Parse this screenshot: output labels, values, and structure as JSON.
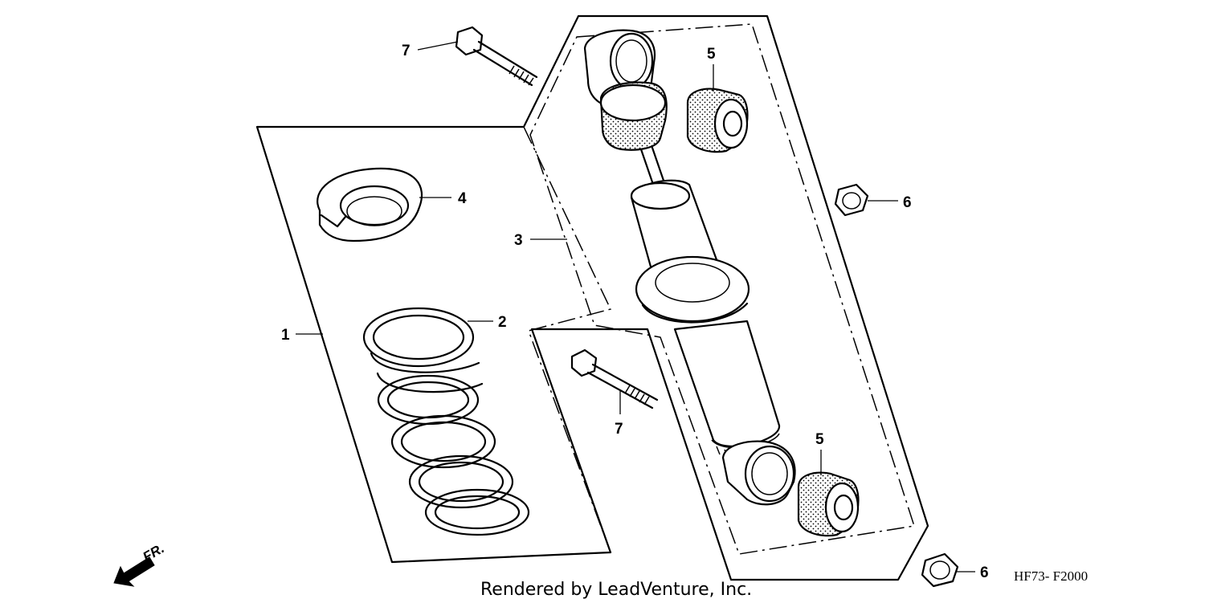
{
  "callouts": {
    "c1": "1",
    "c2": "2",
    "c3": "3",
    "c4": "4",
    "c5_upper": "5",
    "c5_lower": "5",
    "c6_upper": "6",
    "c6_lower": "6",
    "c7_upper": "7",
    "c7_lower": "7"
  },
  "direction_indicator": {
    "label": "FR.",
    "icon": "arrow-left-down-icon"
  },
  "diagram_code": "HF73- F2000",
  "credit": "Rendered by LeadVenture, Inc."
}
